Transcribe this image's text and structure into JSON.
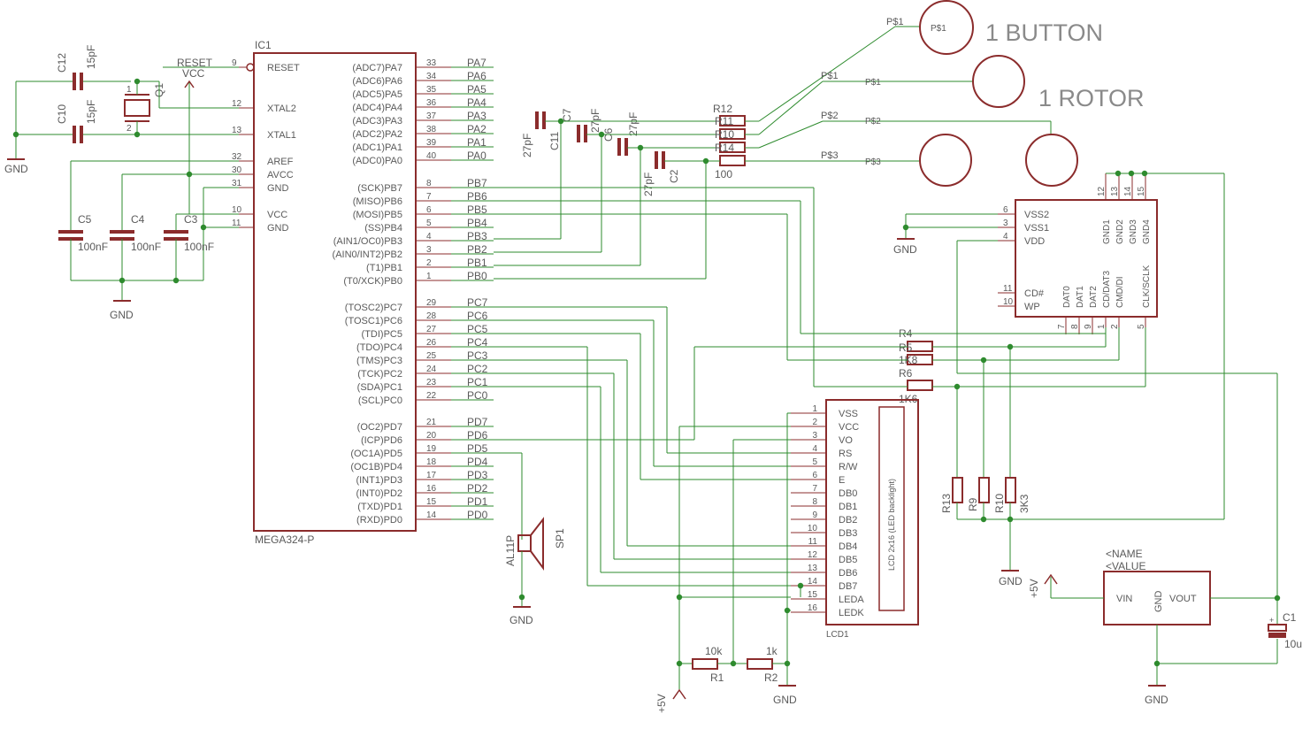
{
  "mcu": {
    "ref": "IC1",
    "part": "MEGA324-P",
    "left_pins": [
      {
        "name": "RESET",
        "num": "9"
      },
      {
        "name": "XTAL2",
        "num": "12"
      },
      {
        "name": "XTAL1",
        "num": "13"
      },
      {
        "name": "AREF",
        "num": "32"
      },
      {
        "name": "AVCC",
        "num": "30"
      },
      {
        "name": "GND",
        "num": "31"
      },
      {
        "name": "VCC",
        "num": "10"
      },
      {
        "name": "GND",
        "num": "11"
      }
    ],
    "right_pins": [
      {
        "name": "(ADC7)PA7",
        "num": "33",
        "net": "PA7"
      },
      {
        "name": "(ADC6)PA6",
        "num": "34",
        "net": "PA6"
      },
      {
        "name": "(ADC5)PA5",
        "num": "35",
        "net": "PA5"
      },
      {
        "name": "(ADC4)PA4",
        "num": "36",
        "net": "PA4"
      },
      {
        "name": "(ADC3)PA3",
        "num": "37",
        "net": "PA3"
      },
      {
        "name": "(ADC2)PA2",
        "num": "38",
        "net": "PA2"
      },
      {
        "name": "(ADC1)PA1",
        "num": "39",
        "net": "PA1"
      },
      {
        "name": "(ADC0)PA0",
        "num": "40",
        "net": "PA0"
      },
      {
        "name": "(SCK)PB7",
        "num": "8",
        "net": "PB7"
      },
      {
        "name": "(MISO)PB6",
        "num": "7",
        "net": "PB6"
      },
      {
        "name": "(MOSI)PB5",
        "num": "6",
        "net": "PB5"
      },
      {
        "name": "(SS)PB4",
        "num": "5",
        "net": "PB4"
      },
      {
        "name": "(AIN1/OC0)PB3",
        "num": "4",
        "net": "PB3"
      },
      {
        "name": "(AIN0/INT2)PB2",
        "num": "3",
        "net": "PB2"
      },
      {
        "name": "(T1)PB1",
        "num": "2",
        "net": "PB1"
      },
      {
        "name": "(T0/XCK)PB0",
        "num": "1",
        "net": "PB0"
      },
      {
        "name": "(TOSC2)PC7",
        "num": "29",
        "net": "PC7"
      },
      {
        "name": "(TOSC1)PC6",
        "num": "28",
        "net": "PC6"
      },
      {
        "name": "(TDI)PC5",
        "num": "27",
        "net": "PC5"
      },
      {
        "name": "(TDO)PC4",
        "num": "26",
        "net": "PC4"
      },
      {
        "name": "(TMS)PC3",
        "num": "25",
        "net": "PC3"
      },
      {
        "name": "(TCK)PC2",
        "num": "24",
        "net": "PC2"
      },
      {
        "name": "(SDA)PC1",
        "num": "23",
        "net": "PC1"
      },
      {
        "name": "(SCL)PC0",
        "num": "22",
        "net": "PC0"
      },
      {
        "name": "(OC2)PD7",
        "num": "21",
        "net": "PD7"
      },
      {
        "name": "(ICP)PD6",
        "num": "20",
        "net": "PD6"
      },
      {
        "name": "(OC1A)PD5",
        "num": "19",
        "net": "PD5"
      },
      {
        "name": "(OC1B)PD4",
        "num": "18",
        "net": "PD4"
      },
      {
        "name": "(INT1)PD3",
        "num": "17",
        "net": "PD3"
      },
      {
        "name": "(INT0)PD2",
        "num": "16",
        "net": "PD2"
      },
      {
        "name": "(TXD)PD1",
        "num": "15",
        "net": "PD1"
      },
      {
        "name": "(RXD)PD0",
        "num": "14",
        "net": "PD0"
      }
    ]
  },
  "labels": {
    "reset": "RESET",
    "vcc": "VCC",
    "gnd": "GND",
    "p5v": "+5V",
    "one_button": "1 BUTTON",
    "one_rotor": "1 ROTOR",
    "ps1": "P$1",
    "ps2": "P$2",
    "ps3": "P$3"
  },
  "capacitors": {
    "c12": {
      "ref": "C12",
      "value": "15pF"
    },
    "c10": {
      "ref": "C10",
      "value": "15pF"
    },
    "c5": {
      "ref": "C5",
      "value": "100nF"
    },
    "c4": {
      "ref": "C4",
      "value": "100nF"
    },
    "c3": {
      "ref": "C3",
      "value": "100nF"
    },
    "c11": {
      "ref": "C11",
      "value": "27pF"
    },
    "c7": {
      "ref": "C7",
      "value": "27pF"
    },
    "c6": {
      "ref": "C6",
      "value": "27pF"
    },
    "c2": {
      "ref": "C2",
      "value": "27pF"
    },
    "c1": {
      "ref": "C1",
      "value": "10u"
    }
  },
  "crystal": {
    "ref": "Q1",
    "pin1": "1",
    "pin2": "2"
  },
  "resistors": {
    "r12": {
      "ref": "R12",
      "value": "100"
    },
    "r11": {
      "ref": "R11"
    },
    "r10a": {
      "ref": "R10"
    },
    "r14": {
      "ref": "R14"
    },
    "r4": {
      "ref": "R4"
    },
    "r5": {
      "ref": "R5"
    },
    "r6": {
      "ref": "R6"
    },
    "r13": {
      "ref": "R13"
    },
    "r9": {
      "ref": "R9"
    },
    "r10": {
      "ref": "R10"
    },
    "r1": {
      "ref": "R1",
      "value": "10k"
    },
    "r2": {
      "ref": "R2",
      "value": "1k"
    },
    "misc_1k": "1K",
    "misc_1k8": "1K8",
    "misc_1k6": "1K6",
    "misc_3k3": "3K3"
  },
  "sdcard": {
    "left_pins": [
      {
        "name": "VSS2",
        "num": "6"
      },
      {
        "name": "VSS1",
        "num": "3"
      },
      {
        "name": "VDD",
        "num": "4"
      },
      {
        "name": "CD#",
        "num": "11"
      },
      {
        "name": "WP",
        "num": "10"
      }
    ],
    "top_pins": [
      {
        "name": "GND1",
        "num": "12"
      },
      {
        "name": "GND2",
        "num": "13"
      },
      {
        "name": "GND3",
        "num": "14"
      },
      {
        "name": "GND4",
        "num": "15"
      }
    ],
    "bottom_pins": [
      {
        "name": "DAT0",
        "num": "7"
      },
      {
        "name": "DAT1",
        "num": "8"
      },
      {
        "name": "DAT2",
        "num": "9"
      },
      {
        "name": "CD/DAT3",
        "num": "1"
      },
      {
        "name": "CMD/DI",
        "num": "2"
      },
      {
        "name": "CLK/SCLK",
        "num": "5"
      }
    ]
  },
  "lcd": {
    "ref": "LCD1",
    "title": "LCD 2x16 (LED backlight)",
    "pins": [
      {
        "name": "VSS",
        "num": "1"
      },
      {
        "name": "VCC",
        "num": "2"
      },
      {
        "name": "VO",
        "num": "3"
      },
      {
        "name": "RS",
        "num": "4"
      },
      {
        "name": "R/W",
        "num": "5"
      },
      {
        "name": "E",
        "num": "6"
      },
      {
        "name": "DB0",
        "num": "7"
      },
      {
        "name": "DB1",
        "num": "8"
      },
      {
        "name": "DB2",
        "num": "9"
      },
      {
        "name": "DB3",
        "num": "10"
      },
      {
        "name": "DB4",
        "num": "11"
      },
      {
        "name": "DB5",
        "num": "12"
      },
      {
        "name": "DB6",
        "num": "13"
      },
      {
        "name": "DB7",
        "num": "14"
      },
      {
        "name": "LEDA",
        "num": "15"
      },
      {
        "name": "LEDK",
        "num": "16"
      }
    ]
  },
  "regulator": {
    "name_placeholder": "<NAME",
    "value_placeholder": "<VALUE",
    "vin": "VIN",
    "gnd": "GND",
    "vout": "VOUT"
  },
  "speaker": {
    "ref": "SP1",
    "part": "AL11P"
  }
}
